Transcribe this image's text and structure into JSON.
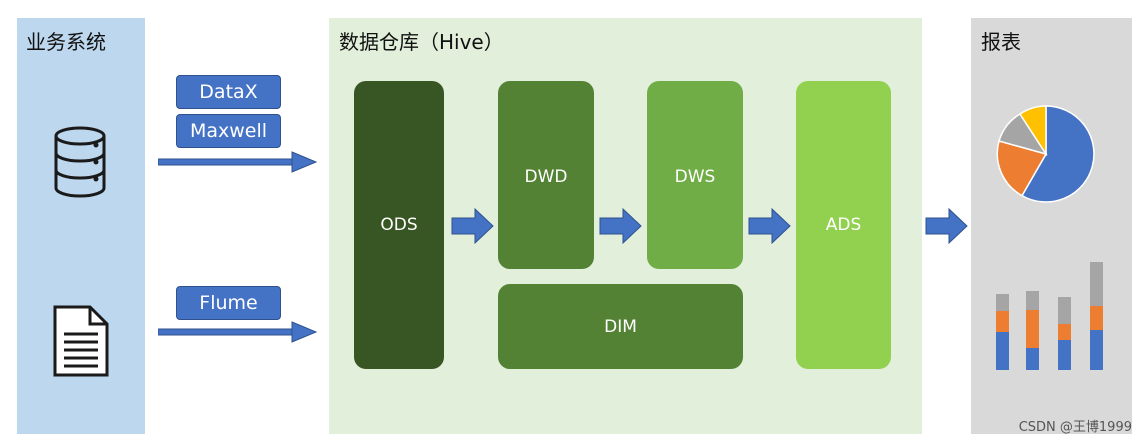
{
  "panels": {
    "business_system": {
      "title": "业务系统",
      "color": "#bdd7ee"
    },
    "warehouse": {
      "title": "数据仓库（Hive）",
      "color": "#e2efda"
    },
    "report": {
      "title": "报表",
      "color": "#d9d9d9"
    }
  },
  "tools": {
    "datax": "DataX",
    "maxwell": "Maxwell",
    "flume": "Flume"
  },
  "layers": {
    "ods": {
      "label": "ODS",
      "color": "#375623"
    },
    "dwd": {
      "label": "DWD",
      "color": "#548235"
    },
    "dws": {
      "label": "DWS",
      "color": "#70ad47"
    },
    "dim": {
      "label": "DIM",
      "color": "#548235"
    },
    "ads": {
      "label": "ADS",
      "color": "#92d050"
    }
  },
  "icons": {
    "database": "database-icon",
    "document": "document-icon",
    "pie": "pie-chart-icon",
    "bars": "stacked-bar-chart-icon"
  },
  "arrow_color": "#4472c4",
  "watermark": "CSDN @王博1999"
}
